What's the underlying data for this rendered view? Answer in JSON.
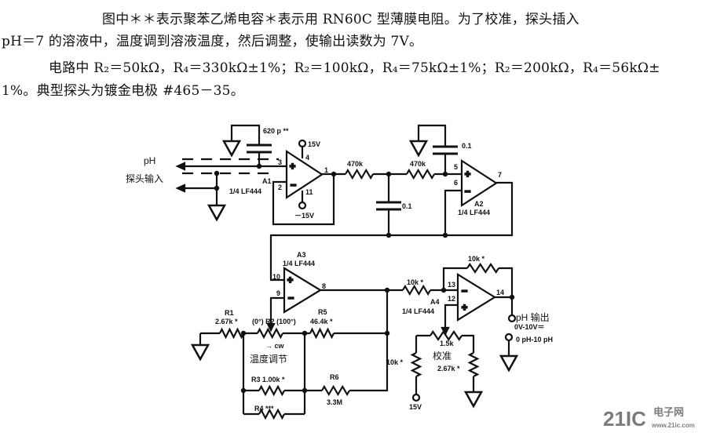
{
  "paragraph": {
    "line1": "图中＊＊表示聚苯乙烯电容＊表示用 RN60C 型薄膜电阻。为了校准，探头插入",
    "line2": "pH＝7 的溶液中，温度调到溶液温度，然后调整，使输出读数为 7V。",
    "line3": "电路中 R₂＝50kΩ，R₄＝330kΩ±1%；R₂＝100kΩ，R₄＝75kΩ±1%；R₂＝200kΩ，R₄＝56kΩ±",
    "line4": "1%。典型探头为镀金电极 #465－35。"
  },
  "diagram": {
    "input_label_1": "pH",
    "input_label_2": "探头输入",
    "c1": "620 p **",
    "v_pos_a1": "15V",
    "v_neg_a1": "－15V",
    "a1_name": "A1",
    "a1_type": "1/4 LF444",
    "a1_pin_plus": "3",
    "a1_pin_minus": "2",
    "a1_pin_vp": "4",
    "a1_pin_vn": "11",
    "a1_pin_out": "1",
    "r_470k_1": "470k",
    "r_470k_2": "470k",
    "c_mid": "0.1",
    "c_top": "0.1",
    "a2_name": "A2",
    "a2_type": "1/4 LF444",
    "a2_pin_plus": "5",
    "a2_pin_minus": "6",
    "a2_pin_out": "7",
    "a3_name": "A3",
    "a3_type": "1/4 LF444",
    "a3_pin_plus": "10",
    "a3_pin_minus": "9",
    "a3_pin_out": "8",
    "r1": "R1",
    "r1_val": "2.67k *",
    "r2": "(0°)  R2 (100°)",
    "r5": "R5",
    "r5_val": "46.4k *",
    "cw": "→ cw",
    "temp_adjust": "温度调节",
    "r3": "R3  1.00k *",
    "r6": "R6",
    "r6_val": "3.3M",
    "r4": "R4 ***",
    "r_in_a4": "10k *",
    "r_fb_a4": "10k *",
    "a4_name": "A4",
    "a4_type": "1/4 LF444",
    "a4_pin_minus": "13",
    "a4_pin_plus": "12",
    "a4_pin_out": "14",
    "pot_cal": "1.5k",
    "cal_label": "校准",
    "r_cal_left": "10k *",
    "r_cal_right": "2.67k *",
    "v_cal": "15V",
    "out_label": "pH 输出",
    "out_range": "0V-10V＝",
    "out_ph_range": "0 pH-10 pH"
  },
  "watermark": {
    "brand": "21IC",
    "cn": "电子网",
    "domain": "www.21ic.com",
    "color": "#e6336b"
  }
}
